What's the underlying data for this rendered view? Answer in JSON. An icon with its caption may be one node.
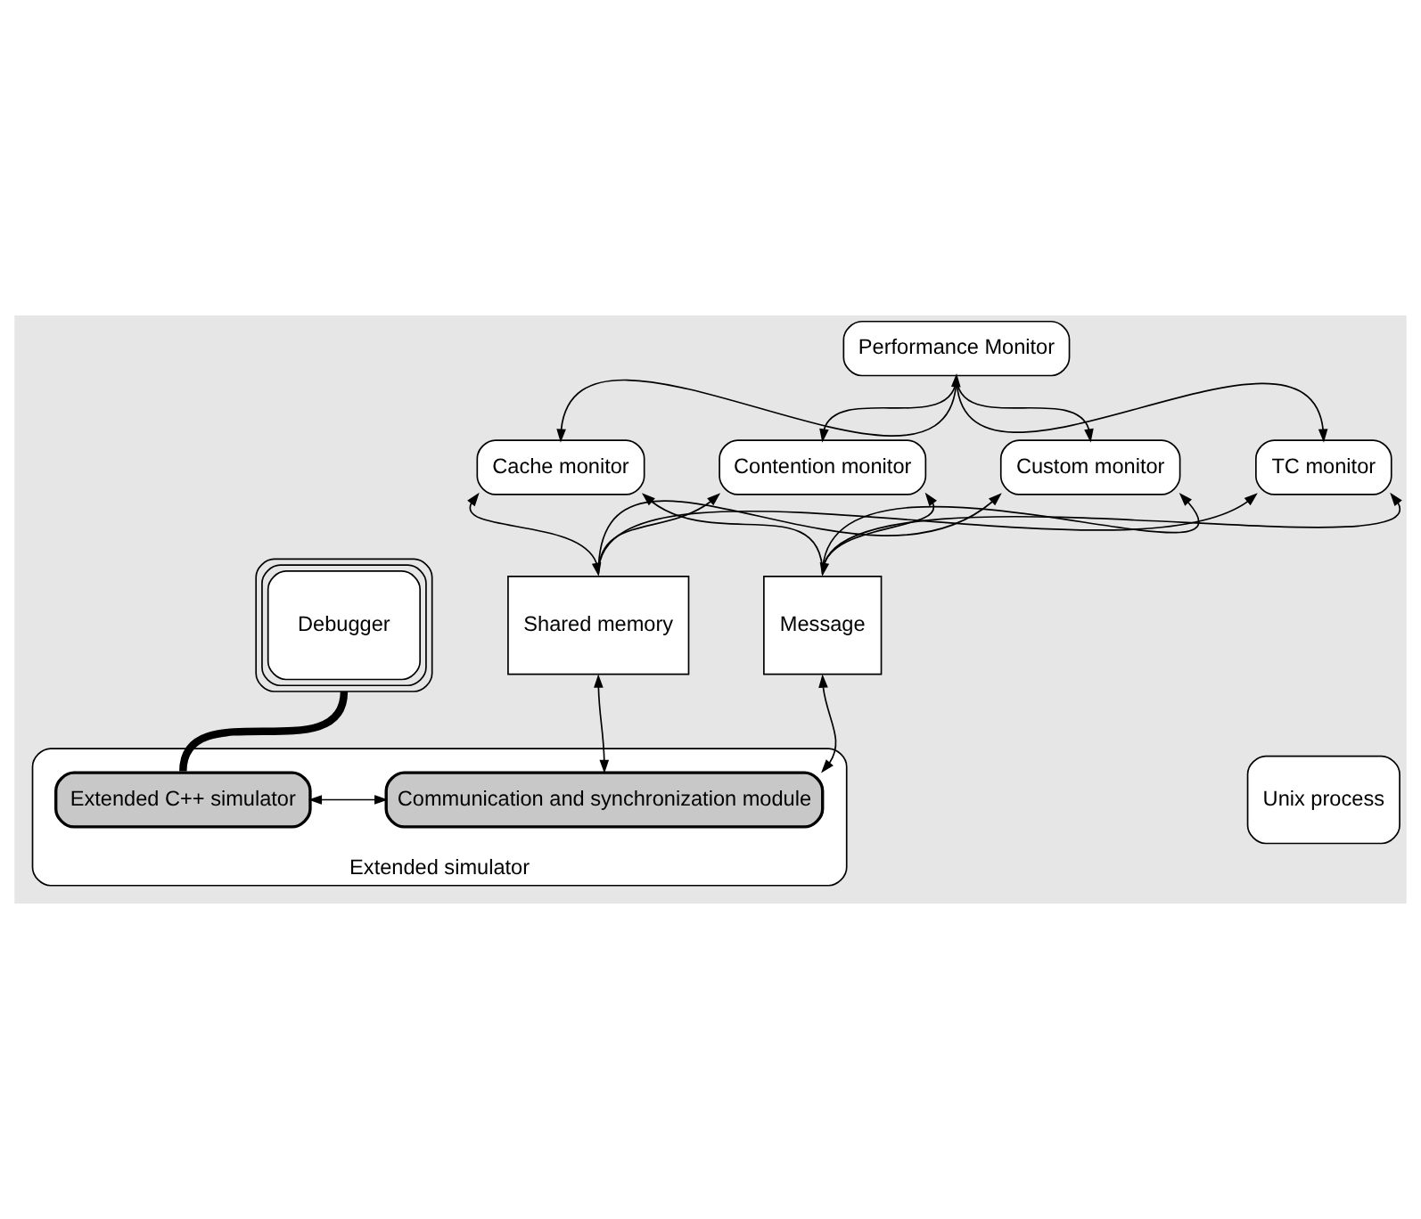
{
  "diagram": {
    "nodes": [
      {
        "text": [
          "Performance Monitor"
        ]
      },
      {
        "text": [
          "Cache monitor"
        ]
      },
      {
        "text": [
          "Contention monitor"
        ]
      },
      {
        "text": [
          "Custom monitor"
        ]
      },
      {
        "text": [
          "TC monitor"
        ]
      },
      {
        "text": [
          "Debugger"
        ]
      },
      {
        "text": [
          "Shared memory"
        ]
      },
      {
        "text": [
          "Message"
        ]
      },
      {
        "text": [
          "Extended simulator"
        ]
      },
      {
        "text": [
          "Extended C++ simulator"
        ],
        "in": 8
      },
      {
        "text": [
          "Communication and synchronization module"
        ],
        "in": 8
      },
      {
        "text": [
          "Unix process"
        ]
      }
    ],
    "edges": [
      {
        "from": 0,
        "to": 1,
        "arrow": "both"
      },
      {
        "from": 0,
        "to": 2,
        "arrow": "to"
      },
      {
        "from": 0,
        "to": 3,
        "arrow": "to"
      },
      {
        "from": 0,
        "to": 4,
        "arrow": "to"
      },
      {
        "from": 6,
        "to": 1,
        "arrow": "both"
      },
      {
        "from": 6,
        "to": 2,
        "arrow": "to"
      },
      {
        "from": 6,
        "to": 3,
        "arrow": "to"
      },
      {
        "from": 6,
        "to": 4,
        "arrow": "to"
      },
      {
        "from": 7,
        "to": 1,
        "arrow": "to"
      },
      {
        "from": 7,
        "to": 2,
        "arrow": "both"
      },
      {
        "from": 7,
        "to": 3,
        "arrow": "to"
      },
      {
        "from": 7,
        "to": 4,
        "arrow": "to"
      },
      {
        "from": 5,
        "to": 9,
        "arrow": "none",
        "style": "thick"
      },
      {
        "from": 9,
        "to": 10,
        "arrow": "both"
      },
      {
        "from": 6,
        "to": 10,
        "arrow": "both"
      },
      {
        "from": 7,
        "to": 10,
        "arrow": "both"
      }
    ]
  }
}
